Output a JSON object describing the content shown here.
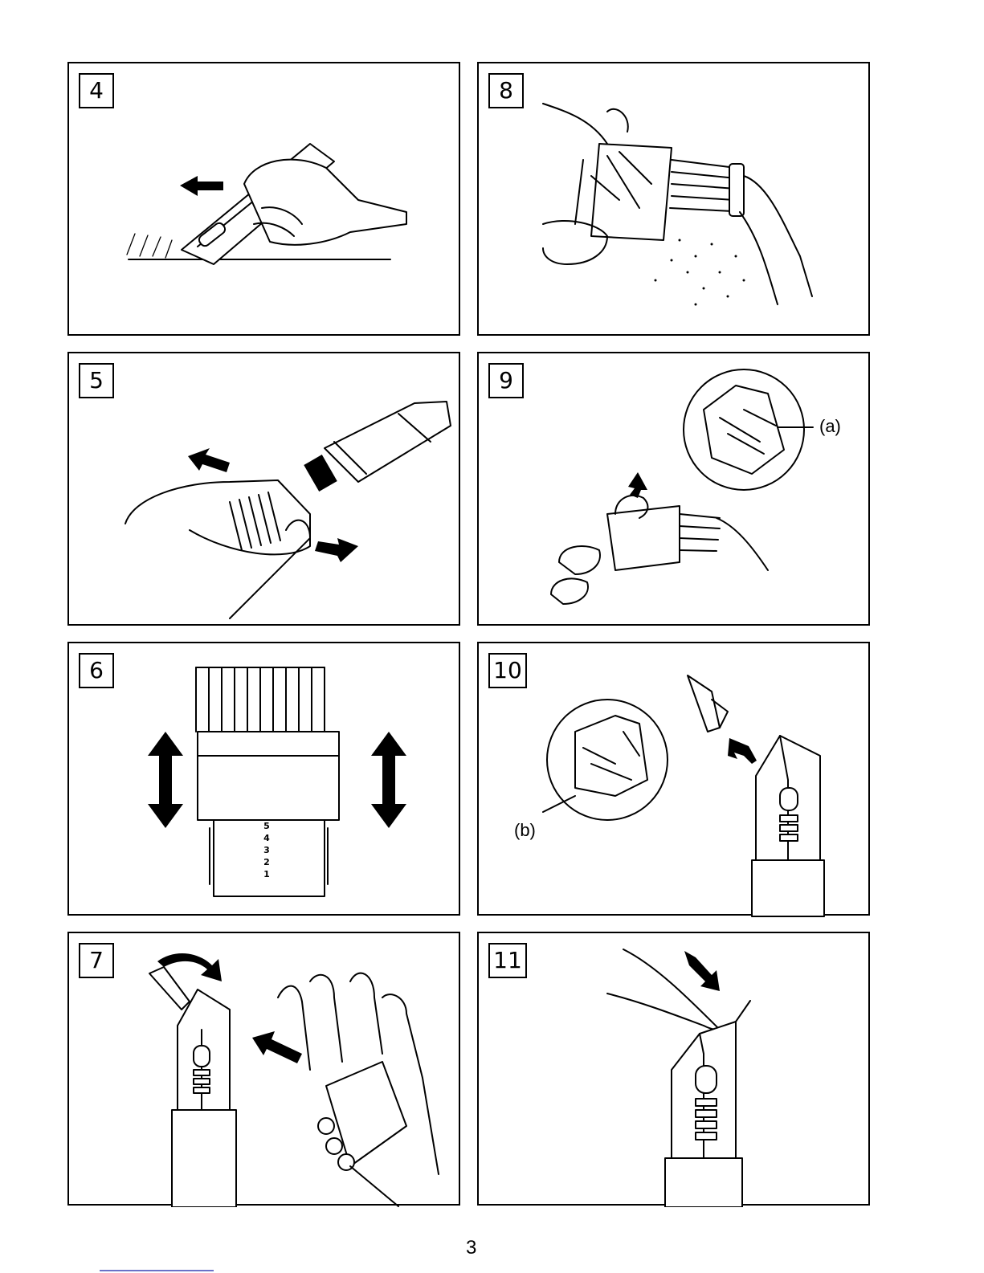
{
  "panels": [
    {
      "step": "4",
      "illustration": "hand-trimming-with-clipper"
    },
    {
      "step": "8",
      "illustration": "brushing-blade-cleaning"
    },
    {
      "step": "5",
      "illustration": "attaching-comb-to-clipper"
    },
    {
      "step": "9",
      "illustration": "pressing-blade-while-brushing",
      "callout": "(a)"
    },
    {
      "step": "6",
      "illustration": "comb-length-adjust",
      "comb_scale": [
        "5",
        "4",
        "3",
        "2",
        "1"
      ]
    },
    {
      "step": "10",
      "illustration": "reinserting-blade",
      "callout": "(b)"
    },
    {
      "step": "7",
      "illustration": "removing-blade"
    },
    {
      "step": "11",
      "illustration": "pressing-blade-in"
    }
  ],
  "page_number": "3",
  "colors": {
    "ink": "#000000",
    "paper": "#ffffff",
    "scan_line": "#6a72c8"
  }
}
